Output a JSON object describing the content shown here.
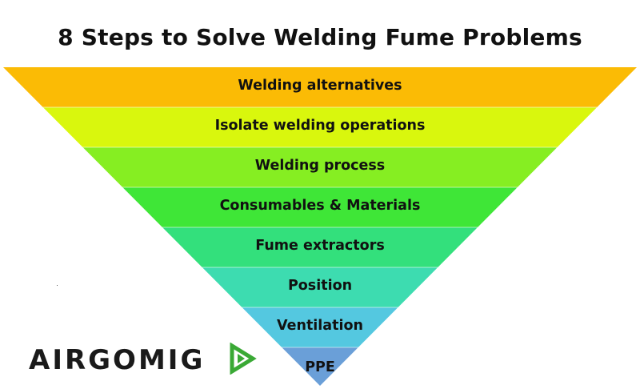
{
  "title": "8 Steps to Solve Welding Fume Problems",
  "layers": [
    {
      "label": "Welding alternatives",
      "color": "#fbbb05"
    },
    {
      "label": "Isolate welding operations",
      "color": "#d9f70d"
    },
    {
      "label": "Welding process",
      "color": "#86ee22"
    },
    {
      "label": "Consumables & Materials",
      "color": "#3fe637"
    },
    {
      "label": "Fume extractors",
      "color": "#33e07c"
    },
    {
      "label": "Position",
      "color": "#3ddcb0"
    },
    {
      "label": "Ventilation",
      "color": "#54c8e0"
    },
    {
      "label": "PPE",
      "color": "#6a9fd8"
    }
  ],
  "logo": {
    "text": "AIRGOMIG",
    "mark_color": "#3aa935",
    "mark_icon": "play-arrow-icon"
  }
}
